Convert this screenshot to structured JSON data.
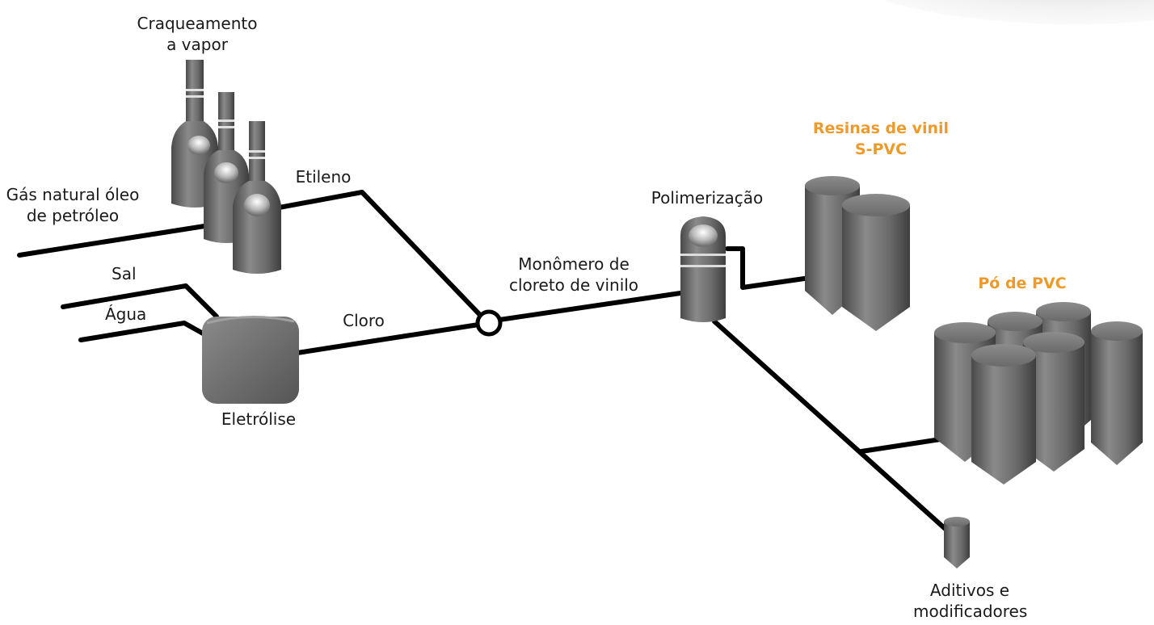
{
  "colors": {
    "highlight": "#ee9a2a",
    "text": "#1a1a1a",
    "pipe": "#000000",
    "equipment": "#6e6e6e"
  },
  "labels": {
    "steam_cracking": [
      "Craqueamento",
      "a vapor"
    ],
    "natural_gas": [
      "Gás natural óleo",
      "de petróleo"
    ],
    "ethylene": "Etileno",
    "salt": "Sal",
    "water": "Água",
    "chlorine": "Cloro",
    "electrolysis": "Eletrólise",
    "vcm": [
      "Monômero de",
      "cloreto de vinilo"
    ],
    "polymerization": "Polimerização",
    "vinyl_resins": [
      "Resinas de vinil",
      "S-PVC"
    ],
    "pvc_powder": "Pó de PVC",
    "additives": [
      "Aditivos e",
      "modificadores"
    ]
  }
}
